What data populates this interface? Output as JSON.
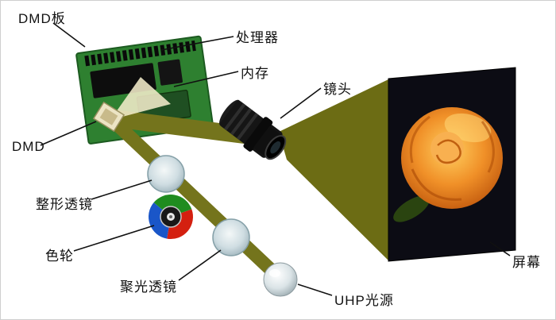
{
  "labels": {
    "dmd_board": "DMD板",
    "processor": "处理器",
    "memory": "内存",
    "lens": "镜头",
    "dmd": "DMD",
    "shaping_lens": "整形透镜",
    "color_wheel": "色轮",
    "condenser_lens": "聚光透镜",
    "uhp_light": "UHP光源",
    "screen": "屏幕"
  },
  "colors": {
    "beam": "#74741c",
    "beam_cone": "#6c6c14",
    "pale_beam": "#f2ecca",
    "pcb": "#2e8030",
    "pcb_edge": "#1c5a20",
    "chip_black": "#0d0d0d",
    "chip_memory": "#1f4f22",
    "screen_bg": "#0c0c14",
    "wheel_blue": "#1a56c8",
    "wheel_red": "#d42010",
    "wheel_green": "#1f8c1f",
    "line": "#111111"
  }
}
